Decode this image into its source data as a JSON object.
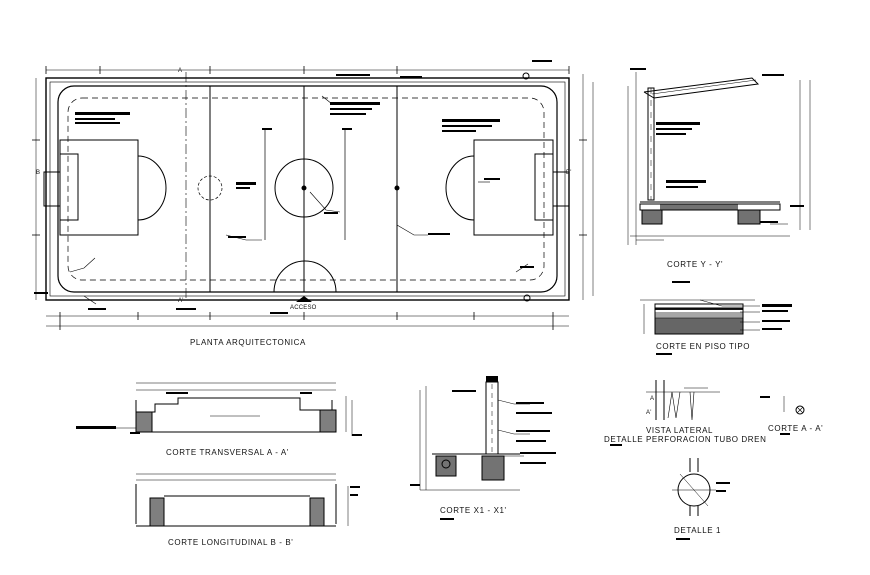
{
  "labels": {
    "planta": "PLANTA ARQUITECTONICA",
    "acceso": "ACCESO",
    "corte_yy": "CORTE Y - Y'",
    "corte_piso": "CORTE EN PISO TIPO",
    "corte_aa_trans": "CORTE TRANSVERSAL A - A'",
    "corte_bb": "CORTE LONGITUDINAL B - B'",
    "corte_x1": "CORTE X1 - X1'",
    "vista_lateral": "VISTA LATERAL",
    "detalle_perforacion": "DETALLE PERFORACION TUBO DREN",
    "corte_aa": "CORTE A - A'",
    "detalle1": "DETALLE 1",
    "marker_a": "A",
    "marker_a_prime": "A'",
    "marker_b": "B",
    "marker_b_prime": "B'"
  }
}
